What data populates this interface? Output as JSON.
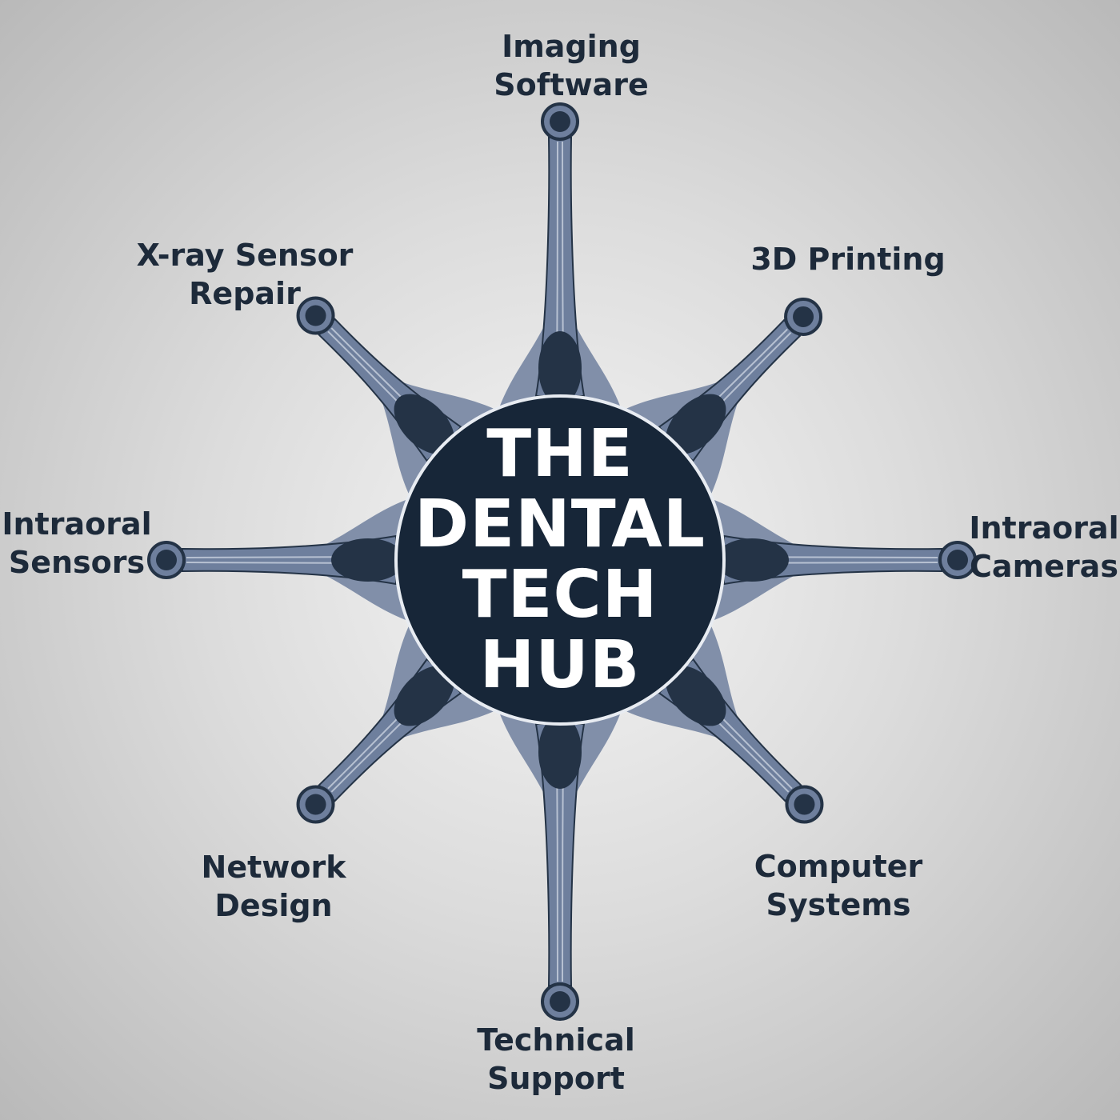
{
  "hub": {
    "title_lines": [
      "THE",
      "DENTAL",
      "TECH",
      "HUB"
    ]
  },
  "spokes": [
    {
      "id": "imaging-software",
      "lines": [
        "Imaging",
        "Software"
      ]
    },
    {
      "id": "3d-printing",
      "lines": [
        "3D Printing"
      ]
    },
    {
      "id": "intraoral-cameras",
      "lines": [
        "Intraoral",
        "Cameras"
      ]
    },
    {
      "id": "computer-systems",
      "lines": [
        "Computer",
        "Systems"
      ]
    },
    {
      "id": "technical-support",
      "lines": [
        "Technical",
        "Support"
      ]
    },
    {
      "id": "network-design",
      "lines": [
        "Network",
        "Design"
      ]
    },
    {
      "id": "intraoral-sensors",
      "lines": [
        "Intraoral",
        "Sensors"
      ]
    },
    {
      "id": "x-ray-sensor-repair",
      "lines": [
        "X-ray Sensor",
        "Repair"
      ]
    }
  ],
  "colors": {
    "hub_fill": "#172638",
    "text": "#1d2a3a",
    "arm_dark": "#243346",
    "arm_light": "#6e7f9d",
    "arm_highlight": "#c9d2e0"
  }
}
